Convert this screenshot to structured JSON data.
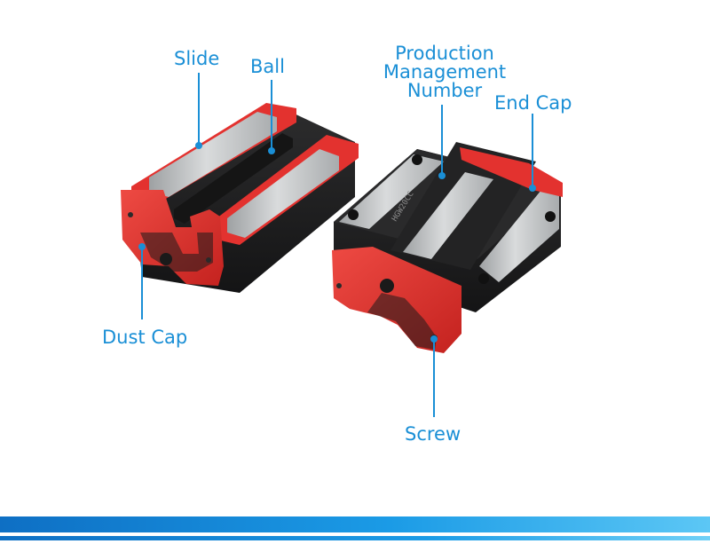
{
  "callouts": {
    "slide": "Slide",
    "ball": "Ball",
    "production_management_number": [
      "Production",
      "Management",
      "Number"
    ],
    "end_cap": "End Cap",
    "dust_cap": "Dust Cap",
    "screw": "Screw"
  },
  "block_marking": "HGW20CC",
  "colors": {
    "callout_text": "#1a8fd6",
    "leader_line": "#1a8fd6",
    "leader_dot": "#1a8fd6",
    "end_cap_red": "#e3322f",
    "block_body": "#1e1e1f",
    "steel_plate": "#c9cbcc",
    "band_dark": "#0e6fc4",
    "band_light": "#5cc7f5"
  }
}
